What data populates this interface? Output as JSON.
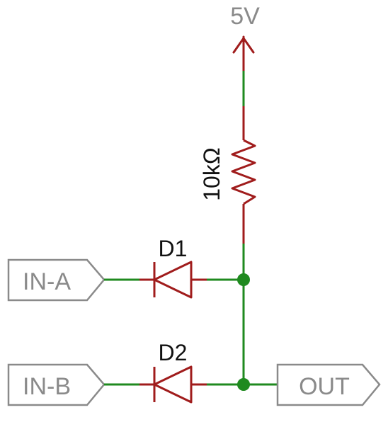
{
  "diagram": {
    "supply_label": "5V",
    "resistor_label": "10kΩ",
    "diode1_label": "D1",
    "diode2_label": "D2",
    "input_a_label": "IN-A",
    "input_b_label": "IN-B",
    "output_label": "OUT"
  },
  "colors": {
    "wire": "#1f8a1f",
    "component": "#a01c1c",
    "port_outline": "#8a8a8a",
    "port_text": "#8a8a8a",
    "label_text": "#111111",
    "junction": "#1f8a1f"
  }
}
